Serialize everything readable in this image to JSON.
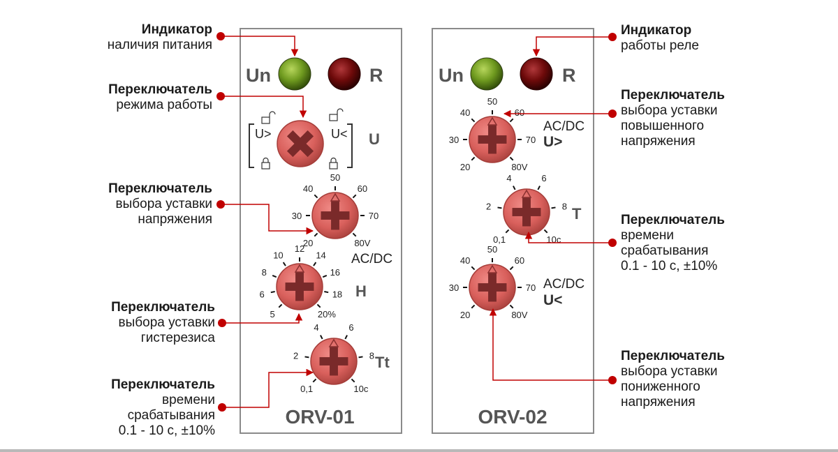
{
  "colors": {
    "panel_border": "#7f7f7f",
    "knob_fill": "#d9605c",
    "knob_cross": "#7a2a2a",
    "led_green": "#6f9a1f",
    "led_red": "#6e0a0a",
    "leader": "#c00000"
  },
  "devices": [
    {
      "name": "ORV-01",
      "led_labels": {
        "left": "Un",
        "right": "R"
      },
      "mode_switch": {
        "label": "U",
        "left_label": "U>",
        "right_label": "U<",
        "icons": [
          "unlock-icon",
          "unlock-icon",
          "lock-icon",
          "lock-icon"
        ]
      },
      "voltage_knob": {
        "ticks": [
          "20",
          "30",
          "40",
          "50",
          "60",
          "70",
          "80V"
        ],
        "type_label": "AC/DC"
      },
      "hysteresis_knob": {
        "ticks": [
          "5",
          "6",
          "8",
          "10",
          "12",
          "14",
          "16",
          "18",
          "20%"
        ],
        "label": "H"
      },
      "time_knob": {
        "ticks": [
          "0,1",
          "2",
          "4",
          "6",
          "8",
          "10c"
        ],
        "label": "Tt"
      }
    },
    {
      "name": "ORV-02",
      "led_labels": {
        "left": "Un",
        "right": "R"
      },
      "over_knob": {
        "ticks": [
          "20",
          "30",
          "40",
          "50",
          "60",
          "70",
          "80V"
        ],
        "type_label": "AC/DC",
        "label": "U>"
      },
      "time_knob": {
        "ticks": [
          "0,1",
          "2",
          "4",
          "6",
          "8",
          "10c"
        ],
        "label": "T"
      },
      "under_knob": {
        "ticks": [
          "20",
          "30",
          "40",
          "50",
          "60",
          "70",
          "80V"
        ],
        "type_label": "AC/DC",
        "label": "U<"
      }
    }
  ],
  "annotations": {
    "power_led": {
      "title": "Индикатор",
      "lines": [
        "наличия питания"
      ]
    },
    "mode_switch": {
      "title": "Переключатель",
      "lines": [
        "режима работы"
      ]
    },
    "voltage_sel": {
      "title": "Переключатель",
      "lines": [
        "выбора уставки",
        "напряжения"
      ]
    },
    "hysteresis_sel": {
      "title": "Переключатель",
      "lines": [
        "выбора уставки",
        "гистерезиса"
      ]
    },
    "time_sel_1": {
      "title": "Переключатель",
      "lines": [
        "времени",
        "срабатывания",
        "0.1 - 10 с, ±10%"
      ]
    },
    "relay_led": {
      "title": "Индикатор",
      "lines": [
        "работы реле"
      ]
    },
    "over_sel": {
      "title": "Переключатель",
      "lines": [
        "выбора уставки",
        "повышенного",
        "напряжения"
      ]
    },
    "time_sel_2": {
      "title": "Переключатель",
      "lines": [
        "времени",
        "срабатывания",
        "0.1 - 10 с, ±10%"
      ]
    },
    "under_sel": {
      "title": "Переключатель",
      "lines": [
        "выбора уставки",
        "пониженного",
        "напряжения"
      ]
    }
  }
}
